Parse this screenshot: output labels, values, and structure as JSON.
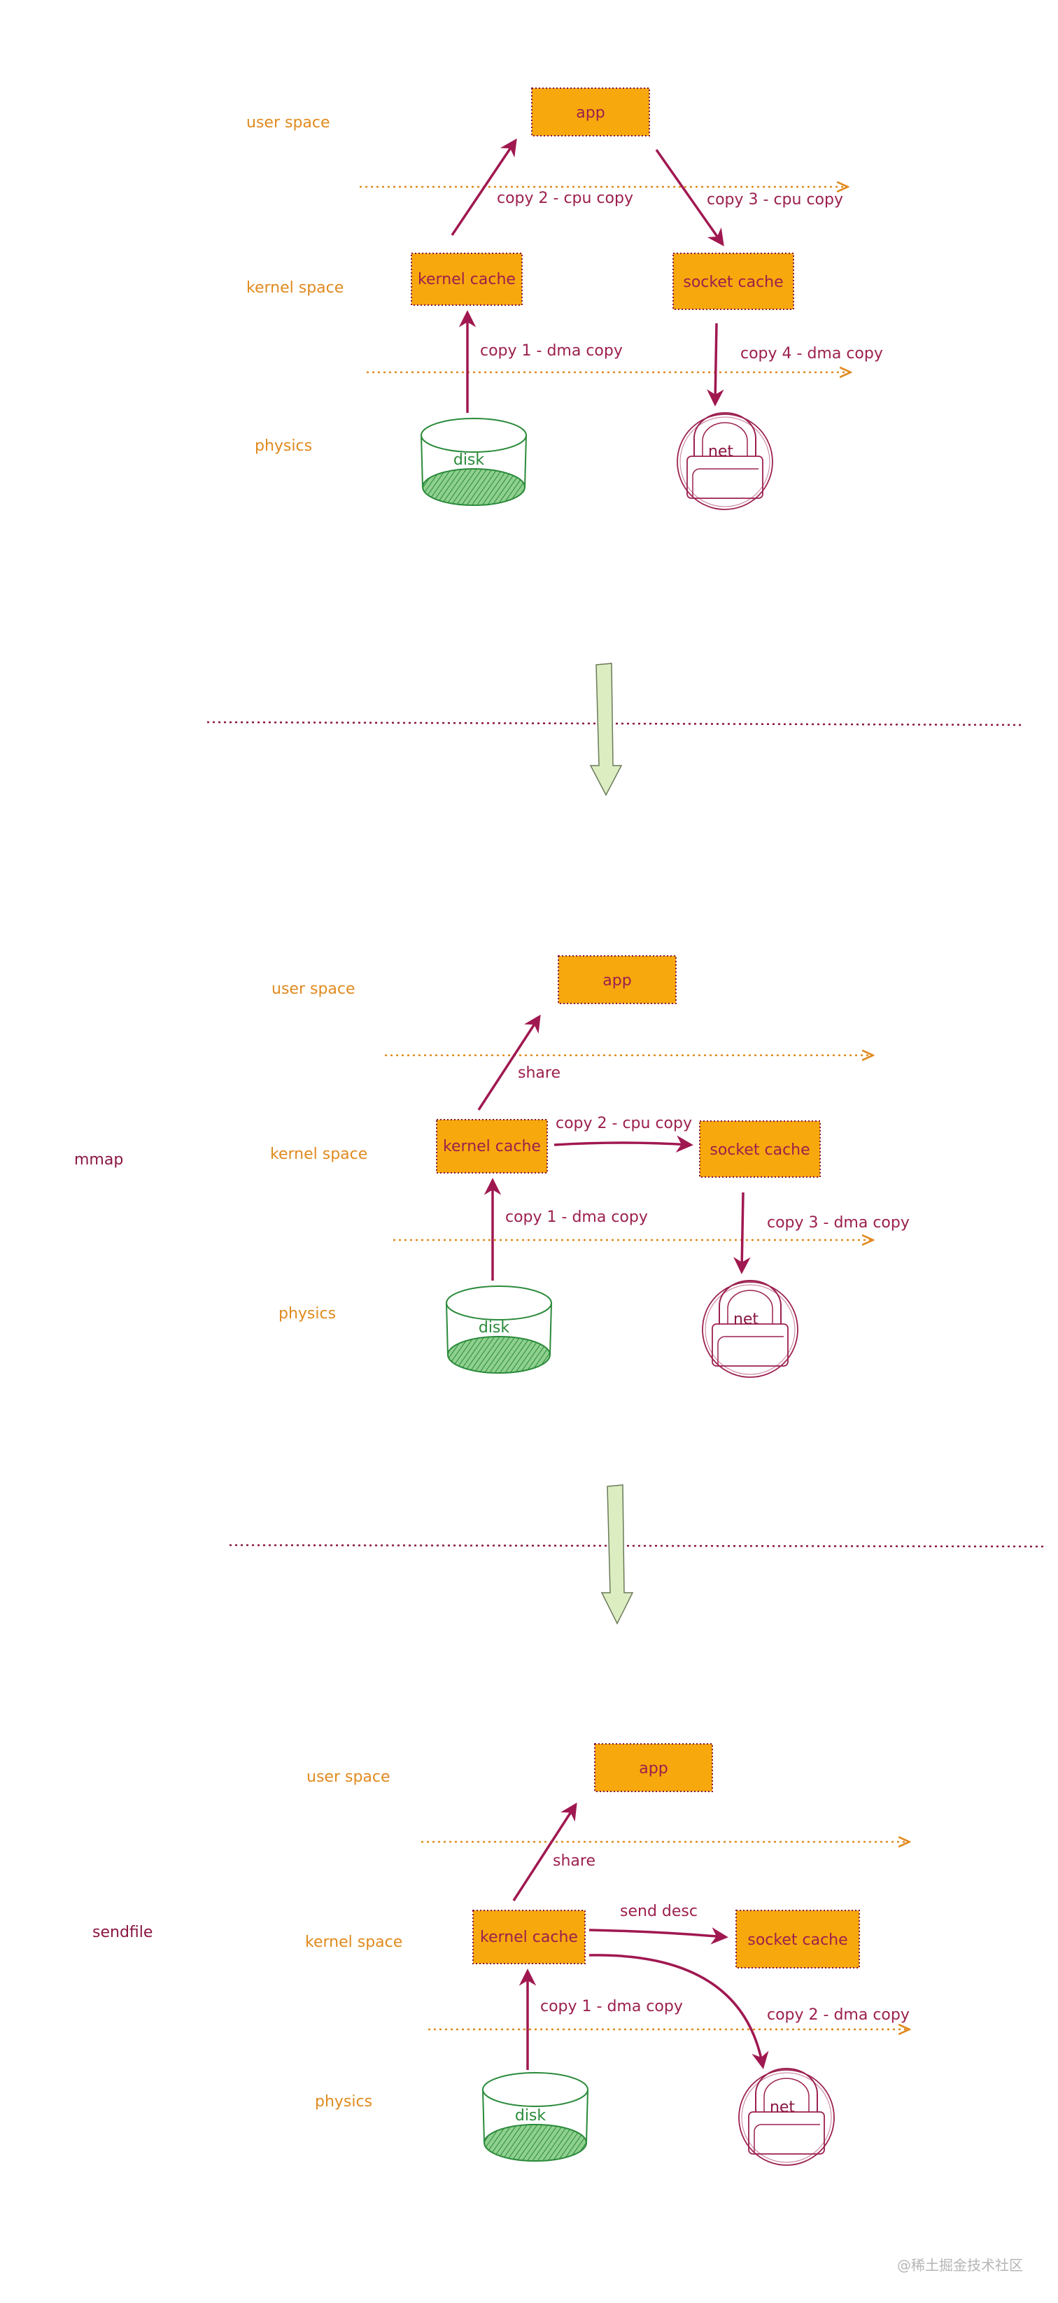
{
  "colors": {
    "box_fill": "#f7a80c",
    "box_border": "#8a1543",
    "arrow": "#a01850",
    "layer_label": "#e08a1e",
    "boundary_dotted": "#e08a1e",
    "separator_dotted": "#8a1543",
    "disk": "#2a8a3a",
    "net": "#9c2150",
    "down_arrow_fill": "#dcedc1",
    "down_arrow_stroke": "#6a7a5a"
  },
  "icons": {
    "disk": "disk-cylinder-icon",
    "net": "network-padlock-icon",
    "transition": "down-arrow-icon"
  },
  "panels": [
    {
      "id": "traditional",
      "side_label": "",
      "layers": {
        "user": "user space",
        "kernel": "kernel space",
        "physics": "physics"
      },
      "nodes": {
        "app": "app",
        "kernel_cache": "kernel cache",
        "socket_cache": "socket cache",
        "disk": "disk",
        "net": "net"
      },
      "edges": [
        {
          "from": "disk",
          "to": "kernel_cache",
          "label": "copy 1 - dma copy"
        },
        {
          "from": "kernel_cache",
          "to": "app",
          "label": "copy 2 - cpu copy"
        },
        {
          "from": "app",
          "to": "socket_cache",
          "label": "copy 3 - cpu copy"
        },
        {
          "from": "socket_cache",
          "to": "net",
          "label": "copy 4 - dma copy"
        }
      ]
    },
    {
      "id": "mmap",
      "side_label": "mmap",
      "layers": {
        "user": "user space",
        "kernel": "kernel space",
        "physics": "physics"
      },
      "nodes": {
        "app": "app",
        "kernel_cache": "kernel cache",
        "socket_cache": "socket cache",
        "disk": "disk",
        "net": "net"
      },
      "edges": [
        {
          "from": "disk",
          "to": "kernel_cache",
          "label": "copy 1 - dma copy"
        },
        {
          "from": "kernel_cache",
          "to": "app",
          "label": "share"
        },
        {
          "from": "kernel_cache",
          "to": "socket_cache",
          "label": "copy 2 - cpu copy"
        },
        {
          "from": "socket_cache",
          "to": "net",
          "label": "copy 3 - dma copy"
        }
      ]
    },
    {
      "id": "sendfile",
      "side_label": "sendfile",
      "layers": {
        "user": "user space",
        "kernel": "kernel space",
        "physics": "physics"
      },
      "nodes": {
        "app": "app",
        "kernel_cache": "kernel cache",
        "socket_cache": "socket cache",
        "disk": "disk",
        "net": "net"
      },
      "edges": [
        {
          "from": "disk",
          "to": "kernel_cache",
          "label": "copy 1 - dma copy"
        },
        {
          "from": "kernel_cache",
          "to": "app",
          "label": "share"
        },
        {
          "from": "kernel_cache",
          "to": "socket_cache",
          "label": "send desc"
        },
        {
          "from": "kernel_cache",
          "to": "net",
          "label": "copy 2 - dma copy"
        }
      ]
    }
  ],
  "watermark": "@稀土掘金技术社区"
}
